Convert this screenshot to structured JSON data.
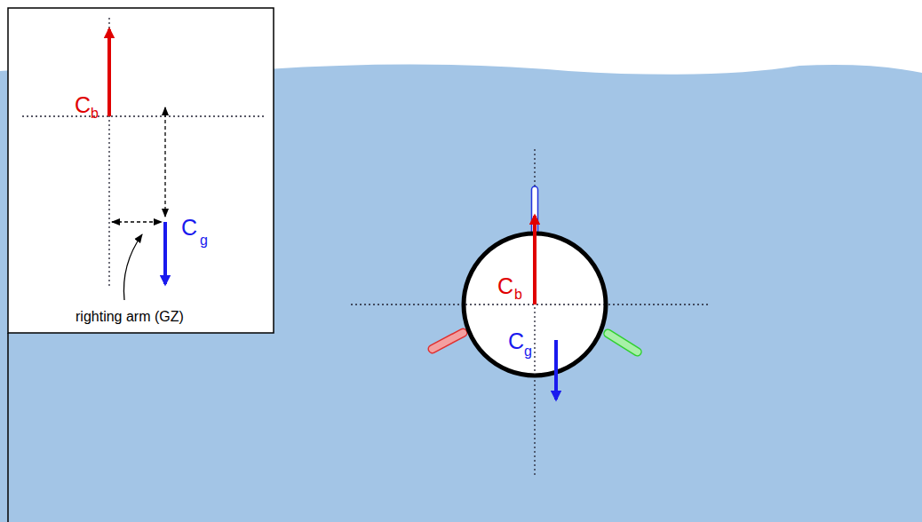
{
  "diagram": {
    "labels": [
      "C",
      "b",
      "C",
      "g",
      "righting arm (GZ)",
      "C",
      "b",
      "C",
      "g"
    ]
  }
}
